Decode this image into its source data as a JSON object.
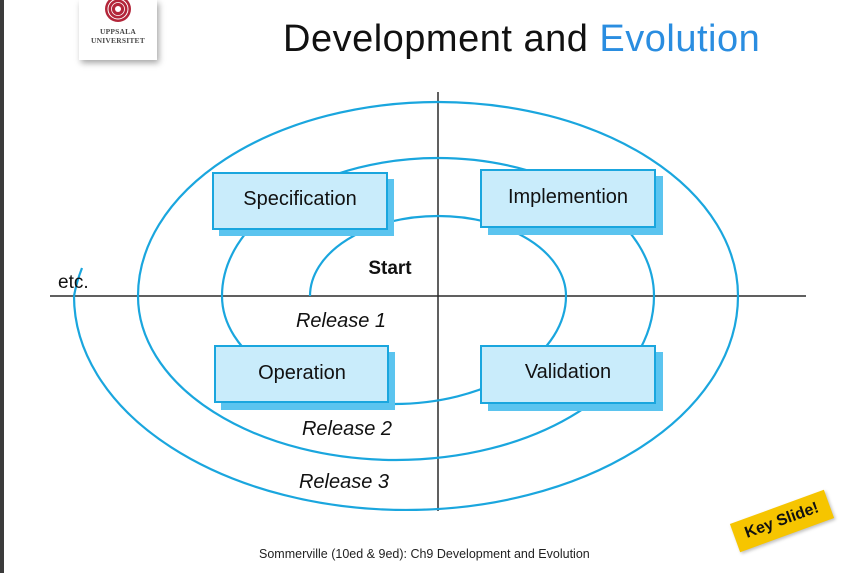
{
  "header": {
    "title_main": "Development and ",
    "title_accent": "Evolution",
    "accent_color": "#2a8de0"
  },
  "logo": {
    "line1": "UPPSALA",
    "line2": "UNIVERSITET",
    "seal_icon": "university-seal-icon",
    "seal_color": "#b3263a"
  },
  "diagram": {
    "line_color": "#1aa6de",
    "box_fill": "#c9ecfb",
    "shadow_color": "#5bc4ef",
    "boxes": {
      "specification": "Specification",
      "implementation": "Implemention",
      "operation": "Operation",
      "validation": "Validation"
    },
    "labels": {
      "start": "Start",
      "etc": "etc.",
      "release1": "Release 1",
      "release2": "Release 2",
      "release3": "Release 3"
    }
  },
  "footer": {
    "citation": "Sommerville (10ed & 9ed): Ch9 Development and Evolution"
  },
  "badge": {
    "text": "Key Slide!",
    "color": "#f6c500"
  }
}
